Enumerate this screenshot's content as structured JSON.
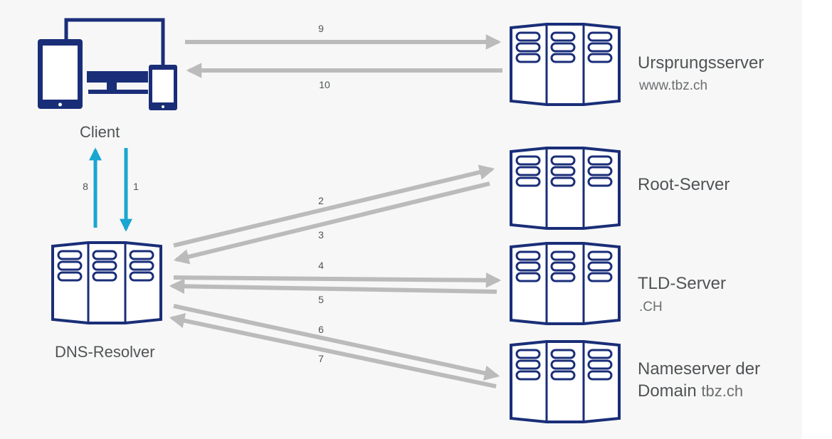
{
  "nodes": {
    "client": {
      "label": "Client"
    },
    "resolver": {
      "label": "DNS-Resolver"
    },
    "origin": {
      "label": "Ursprungsserver",
      "sub": "www.tbz.ch"
    },
    "root": {
      "label": "Root-Server"
    },
    "tld": {
      "label": "TLD-Server",
      "sub": ".CH"
    },
    "nameserver": {
      "label_line1": "Nameserver der",
      "label_line2": "Domain",
      "sub": "tbz.ch"
    }
  },
  "steps": [
    "1",
    "2",
    "3",
    "4",
    "5",
    "6",
    "7",
    "8",
    "9",
    "10"
  ],
  "colors": {
    "icon": "#1a2e78",
    "gray_arrow": "#bbbbbb",
    "blue_arrow": "#1aa6d1",
    "background": "#f7f7f7",
    "text": "#505355"
  },
  "icons": [
    "devices-icon",
    "server-icon"
  ]
}
